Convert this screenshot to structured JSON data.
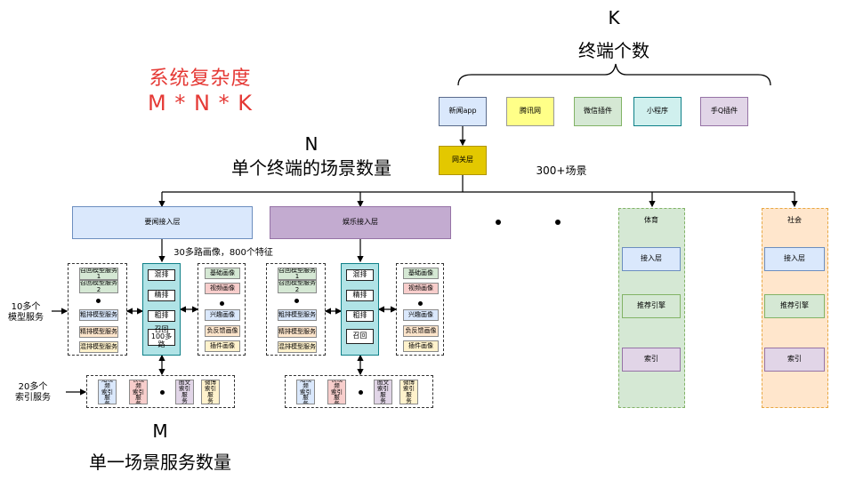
{
  "titles": {
    "k_letter": "K",
    "k_desc": "终端个数",
    "complexity_title": "系统复杂度",
    "complexity_formula": "M * N * K",
    "n_letter": "N",
    "n_desc": "单个终端的场景数量",
    "m_letter": "M",
    "m_desc": "单一场景服务数量",
    "scenes_count": "300+场景",
    "portrait_note": "30多路画像，800个特征",
    "model_services": "10多个\n模型服务",
    "index_services": "20多个\n索引服务"
  },
  "terminals": [
    "新闻app",
    "腾讯网",
    "微信插件",
    "小程序",
    "手Q插件"
  ],
  "gateway": "网关层",
  "access": {
    "news": "要闻接入层",
    "ent": "娱乐接入层"
  },
  "left_models": [
    "召回模型服务\n1",
    "召回模型服务\n2",
    "粗排模型服务",
    "精排模型服务",
    "混排模型服务"
  ],
  "pipeline_left": [
    "混排",
    "精排",
    "粗排",
    "召回\n100多路"
  ],
  "pipeline_mid": [
    "混排",
    "精排",
    "粗排",
    "召回"
  ],
  "portraits": [
    "基础画像",
    "视频画像",
    "兴趣画像",
    "负反馈画像",
    "插件画像"
  ],
  "indexes": [
    "短视频\n索引服\n务",
    "长视频\n索引服\n务",
    "图文\n索引服\n务",
    "微博\n索引服\n务"
  ],
  "sports": {
    "title": "体育",
    "items": [
      "接入层",
      "推荐引擎",
      "索引"
    ]
  },
  "society": {
    "title": "社会",
    "items": [
      "接入层",
      "推荐引擎",
      "索引"
    ]
  },
  "colors": {
    "terminal_blue": "#dae8fc",
    "terminal_yellow": "#ffff88",
    "terminal_green": "#d5e8d4",
    "terminal_teal": "#d0f0ee",
    "terminal_purple": "#e1d5e7",
    "gateway": "#e3c800",
    "news_access": "#dae8fc",
    "ent_access": "#c3abd0",
    "pipeline": "#b0e3e6",
    "sports_bg": "#d5e8d4",
    "sports_border": "#82b366",
    "society_bg": "#ffe6cc",
    "society_border": "#d79b00",
    "red_text": "#e53935"
  }
}
